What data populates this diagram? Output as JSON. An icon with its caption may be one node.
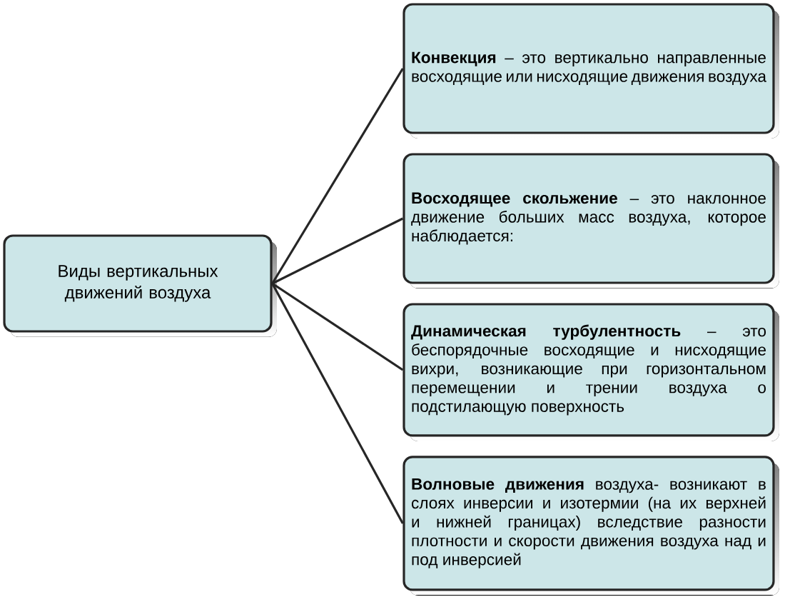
{
  "diagram": {
    "nodes": [
      {
        "text": [
          "Виды вертикальных движений воздуха"
        ]
      },
      {
        "text": [
          "**Конвекция** – это вертикально направленные восходящие или нисходящие движения воздуха"
        ]
      },
      {
        "text": [
          "**Восходящее скольжение** – это наклонное движение больших масс воздуха, которое наблюдается:"
        ]
      },
      {
        "text": [
          "**Динамическая турбулентность** – это беспорядочные восходящие и нисходящие вихри, возникающие при горизонтальном перемещении и трении воздуха о подстилающую поверхность"
        ]
      },
      {
        "text": [
          "**Волновые движения** воздуха- возникают в слоях инверсии и изотермии (на их верхней и нижней границах) вследствие разности плотности и скорости движения воздуха над и под инверсией"
        ]
      }
    ],
    "edges": [
      {
        "from": 0,
        "to": 1,
        "arrow": "none"
      },
      {
        "from": 0,
        "to": 2,
        "arrow": "none"
      },
      {
        "from": 0,
        "to": 3,
        "arrow": "none"
      },
      {
        "from": 0,
        "to": 4,
        "arrow": "none"
      }
    ]
  }
}
